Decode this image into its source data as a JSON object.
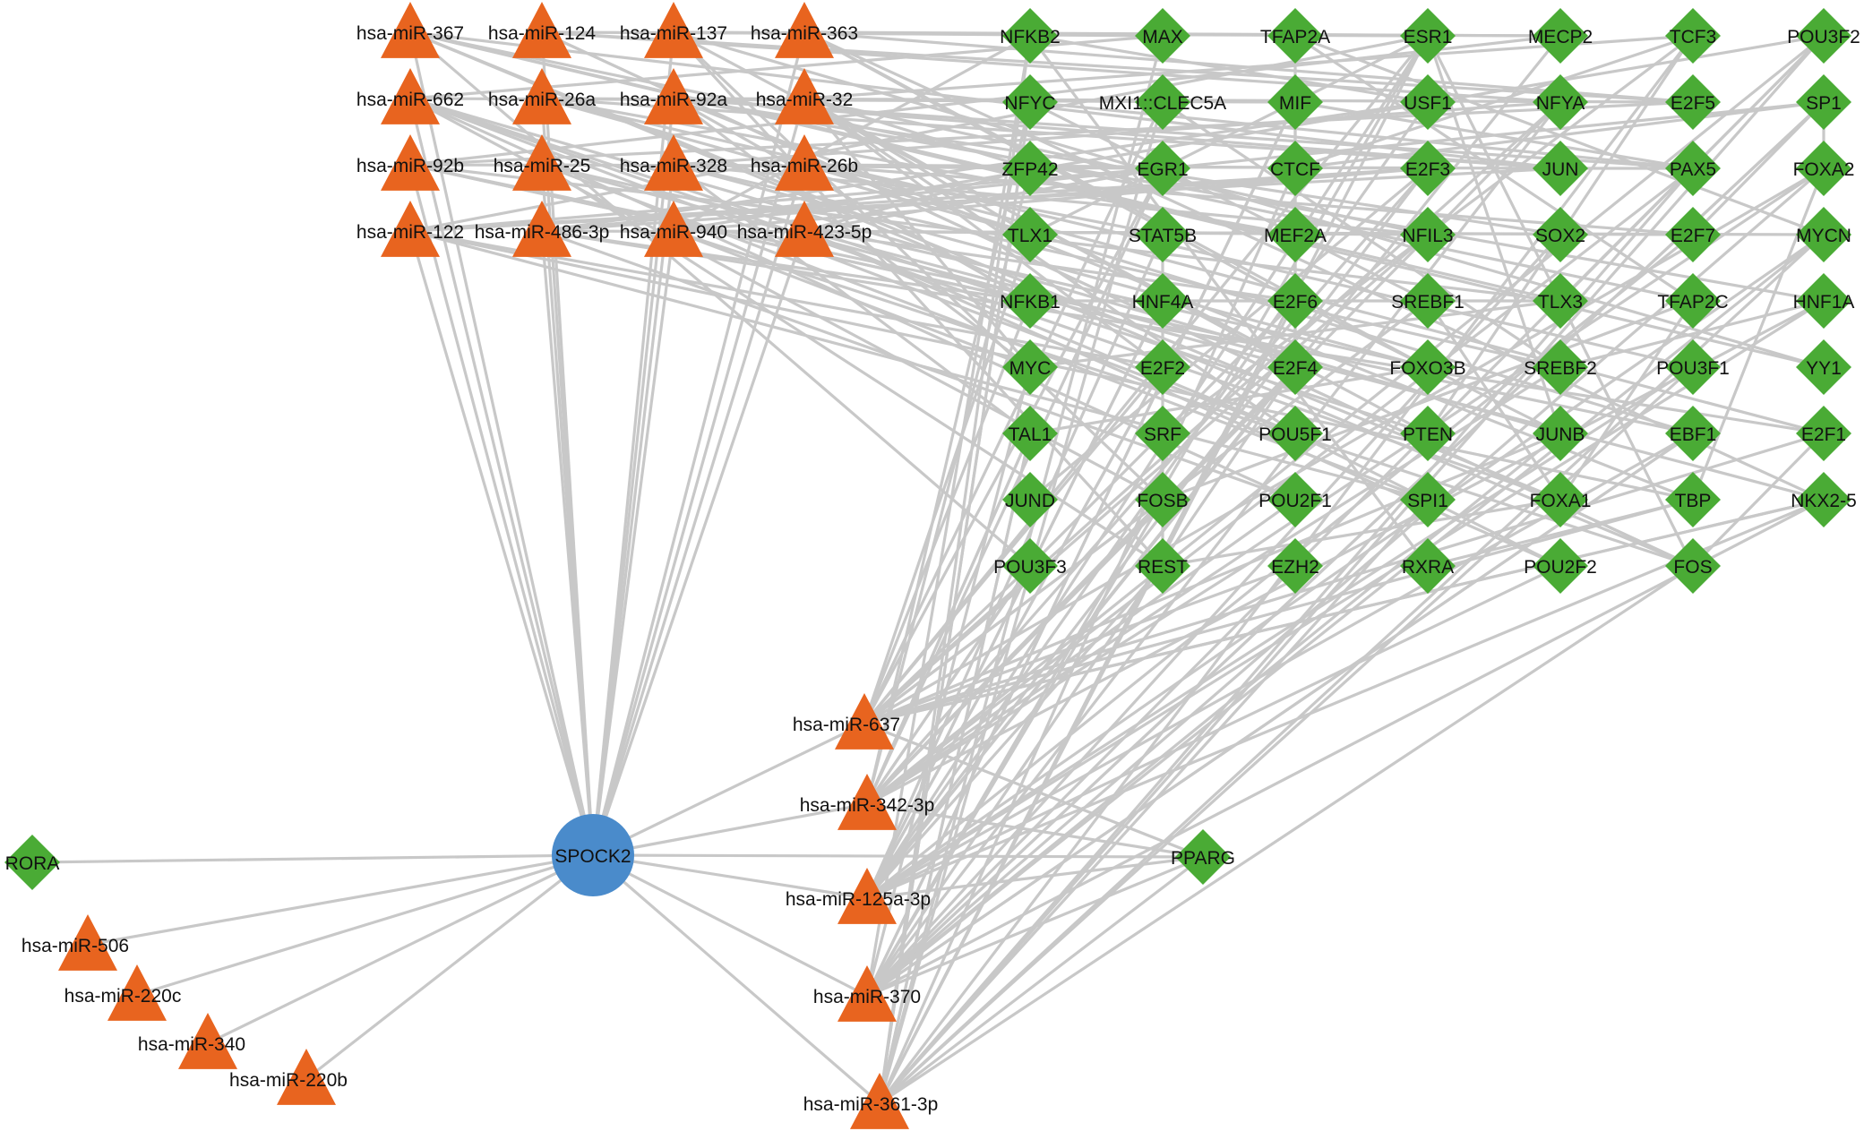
{
  "hub": {
    "label": "SPOCK2",
    "color": "#4a8bcb"
  },
  "mirnas": [
    "hsa-miR-367",
    "hsa-miR-124",
    "hsa-miR-137",
    "hsa-miR-363",
    "hsa-miR-662",
    "hsa-miR-26a",
    "hsa-miR-92a",
    "hsa-miR-32",
    "hsa-miR-92b",
    "hsa-miR-25",
    "hsa-miR-328",
    "hsa-miR-26b",
    "hsa-miR-122",
    "hsa-miR-486-3p",
    "hsa-miR-940",
    "hsa-miR-423-5p",
    "hsa-miR-637",
    "hsa-miR-342-3p",
    "hsa-miR-125a-3p",
    "hsa-miR-370",
    "hsa-miR-361-3p",
    "hsa-miR-506",
    "hsa-miR-220c",
    "hsa-miR-340",
    "hsa-miR-220b"
  ],
  "tfs": [
    "NFKB2",
    "MAX",
    "TFAP2A",
    "ESR1",
    "MECP2",
    "TCF3",
    "POU3F2",
    "NFYC",
    "MXI1::CLEC5A",
    "MIF",
    "USF1",
    "NFYA",
    "E2F5",
    "SP1",
    "ZFP42",
    "EGR1",
    "CTCF",
    "E2F3",
    "JUN",
    "PAX5",
    "FOXA2",
    "TLX1",
    "STAT5B",
    "MEF2A",
    "NFIL3",
    "SOX2",
    "E2F7",
    "MYCN",
    "NFKB1",
    "HNF4A",
    "E2F6",
    "SREBF1",
    "TLX3",
    "TFAP2C",
    "HNF1A",
    "MYC",
    "E2F2",
    "E2F4",
    "FOXO3B",
    "SREBF2",
    "POU3F1",
    "YY1",
    "TAL1",
    "SRF",
    "POU5F1",
    "PTEN",
    "JUNB",
    "EBF1",
    "E2F1",
    "JUND",
    "FOSB",
    "POU2F1",
    "SPI1",
    "FOXA1",
    "TBP",
    "NKX2-5",
    "POU3F3",
    "REST",
    "EZH2",
    "RXRA",
    "POU2F2",
    "FOS",
    "RORA",
    "PPARG"
  ],
  "colors": {
    "mirna": "#e8641f",
    "tf": "#4aab35",
    "edge": "#c8c8c8"
  }
}
